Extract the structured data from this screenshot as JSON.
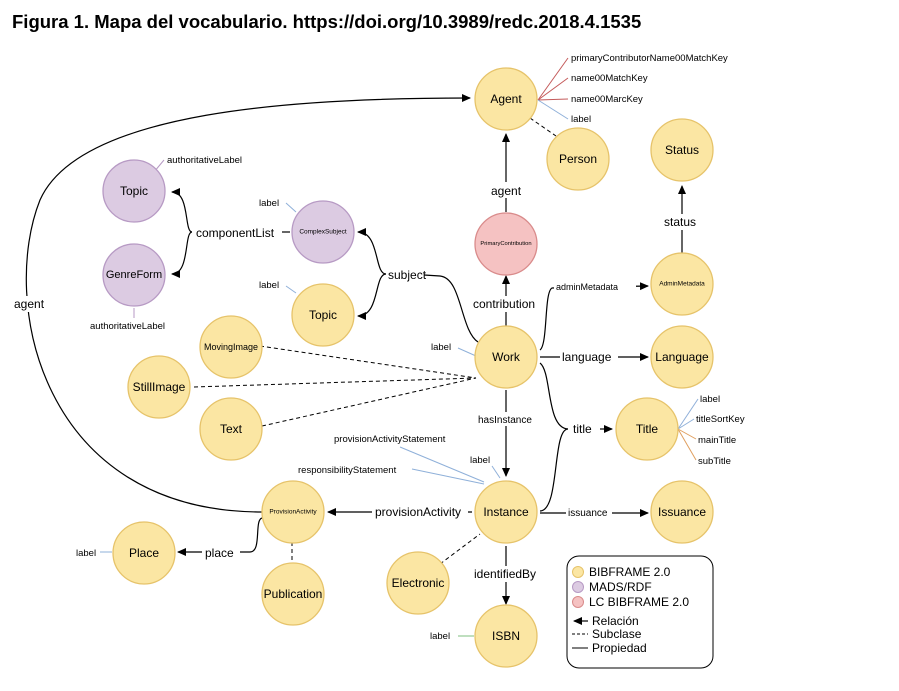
{
  "figure_caption": "Figura 1. Mapa del vocabulario. https://doi.org/10.3989/redc.2018.4.1535",
  "colors": {
    "bibframe_fill": "#fbe6a3",
    "bibframe_stroke": "#e6c36a",
    "mads_fill": "#dccbe2",
    "mads_stroke": "#b79ac4",
    "lc_fill": "#f5c2c2",
    "lc_stroke": "#d98b8b",
    "line_blue": "#8fb0d9",
    "line_red": "#c45a5a",
    "line_green": "#7fbf7f",
    "line_orange": "#e0a060"
  },
  "nodes": {
    "agent": "Agent",
    "person": "Person",
    "status": "Status",
    "topic_mads": "Topic",
    "genreform": "GenreForm",
    "complexsubject": "ComplexSubject",
    "topic_bf": "Topic",
    "primarycontribution": "PrimaryContribution",
    "adminmetadata": "AdminMetadata",
    "movingimage": "MovingImage",
    "work": "Work",
    "language": "Language",
    "stillimage": "StillImage",
    "text": "Text",
    "title": "Title",
    "provisionactivity": "ProvisionActivity",
    "instance": "Instance",
    "issuance": "Issuance",
    "place": "Place",
    "publication": "Publication",
    "electronic": "Electronic",
    "isbn": "ISBN"
  },
  "edges": {
    "agent_left": "agent",
    "agent_mid": "agent",
    "status": "status",
    "componentlist": "componentList",
    "subject": "subject",
    "contribution": "contribution",
    "adminmetadata": "adminMetadata",
    "language": "language",
    "hasinstance": "hasInstance",
    "title": "title",
    "provisionactivity": "provisionActivity",
    "issuance": "issuance",
    "place": "place",
    "identifiedby": "identifiedBy"
  },
  "properties": {
    "agent_p1": "primaryContributorName00MatchKey",
    "agent_p2": "name00MatchKey",
    "agent_p3": "name00MarcKey",
    "agent_p4": "label",
    "topic_auth": "authoritativeLabel",
    "genre_auth": "authoritativeLabel",
    "complex_label": "label",
    "topic_label": "label",
    "work_label": "label",
    "title_p1": "label",
    "title_p2": "titleSortKey",
    "title_p3": "mainTitle",
    "title_p4": "subTitle",
    "instance_p1": "provisionActivityStatement",
    "instance_p2": "responsibilityStatement",
    "instance_p3": "label",
    "place_label": "label",
    "isbn_label": "label"
  },
  "legend": {
    "items": [
      {
        "label": "BIBFRAME 2.0",
        "color": "#fbe6a3"
      },
      {
        "label": "MADS/RDF",
        "color": "#dccbe2"
      },
      {
        "label": "LC BIBFRAME 2.0",
        "color": "#f5c2c2"
      }
    ],
    "relacion": "Relación",
    "subclase": "Subclase",
    "propiedad": "Propiedad"
  }
}
